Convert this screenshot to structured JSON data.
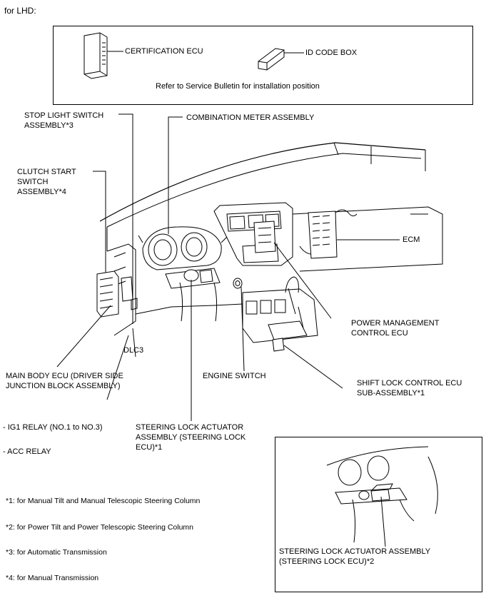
{
  "header": "for LHD:",
  "top_box": {
    "cert_ecu": "CERTIFICATION ECU",
    "id_code_box": "ID CODE BOX",
    "note": "Refer to Service Bulletin for installation position"
  },
  "callouts": {
    "stop_light": [
      "STOP LIGHT SWITCH",
      "ASSEMBLY*3"
    ],
    "combination_meter": "COMBINATION METER ASSEMBLY",
    "clutch_start": [
      "CLUTCH START",
      "SWITCH",
      "ASSEMBLY*4"
    ],
    "ecm": "ECM",
    "power_mgmt": [
      "POWER MANAGEMENT",
      "CONTROL ECU"
    ],
    "dlc3": "DLC3",
    "main_body": [
      "MAIN BODY ECU (DRIVER SIDE",
      "JUNCTION BLOCK ASSEMBLY)"
    ],
    "engine_switch": "ENGINE SWITCH",
    "shift_lock": [
      "SHIFT LOCK CONTROL ECU",
      "SUB-ASSEMBLY*1"
    ],
    "ig1_relay": "- IG1 RELAY (NO.1 to NO.3)",
    "acc_relay": "- ACC RELAY",
    "steering_lock_1": [
      "STEERING LOCK ACTUATOR",
      "ASSEMBLY (STEERING LOCK",
      "ECU)*1"
    ],
    "steering_lock_2": [
      "STEERING LOCK ACTUATOR ASSEMBLY",
      "(STEERING LOCK ECU)*2"
    ]
  },
  "footnotes": [
    "*1: for Manual Tilt and Manual Telescopic Steering Column",
    "*2: for Power Tilt and Power Telescopic Steering Column",
    "*3: for Automatic Transmission",
    "*4: for Manual Transmission"
  ]
}
